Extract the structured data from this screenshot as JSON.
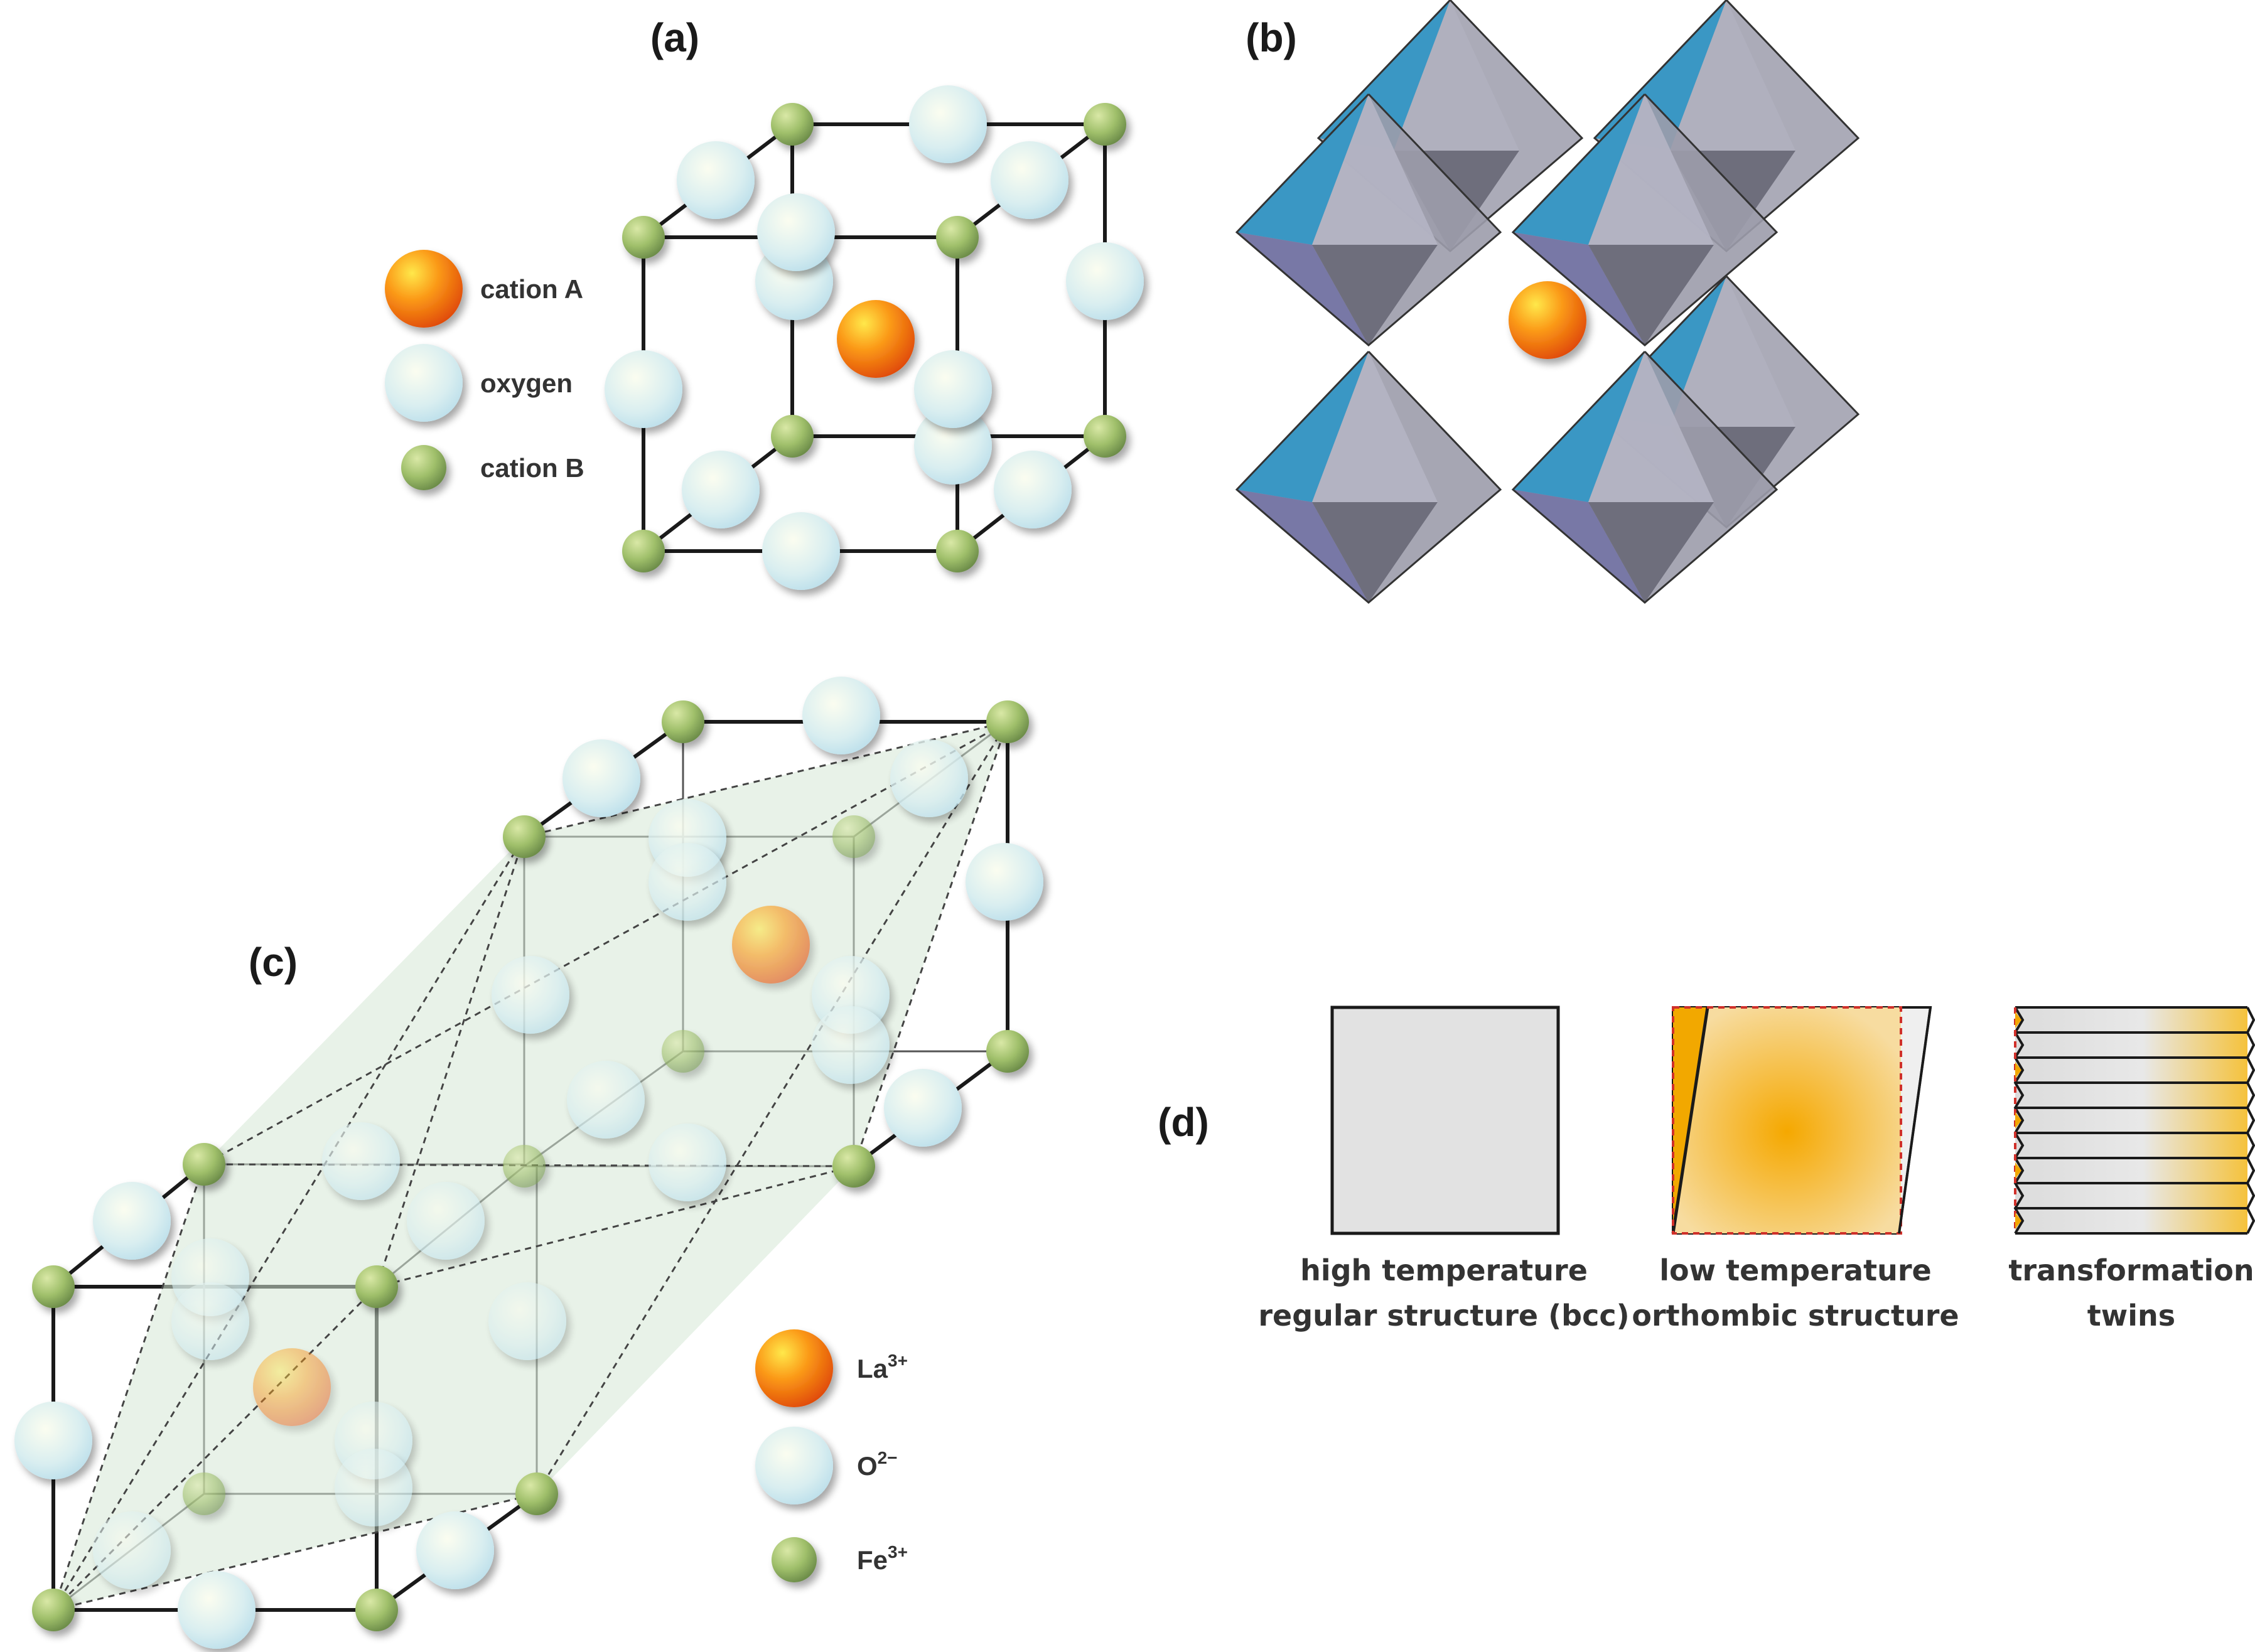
{
  "panels": {
    "a": {
      "label": "(a)",
      "legend": [
        {
          "key": "cationA",
          "text": "cation A"
        },
        {
          "key": "oxygen",
          "text": "oxygen"
        },
        {
          "key": "cationB",
          "text": "cation B"
        }
      ]
    },
    "b": {
      "label": "(b)"
    },
    "c": {
      "label": "(c)",
      "legend": [
        {
          "key": "la",
          "base": "La",
          "sup": "3+"
        },
        {
          "key": "o",
          "base": "O",
          "sup": "2−"
        },
        {
          "key": "fe",
          "base": "Fe",
          "sup": "3+"
        }
      ]
    },
    "d": {
      "label": "(d)",
      "captions": [
        {
          "line1": "high temperature",
          "line2": "regular structure (bcc)"
        },
        {
          "line1": "low temperature",
          "line2": "orthombic structure"
        },
        {
          "line1": "transformation",
          "line2": "twins"
        }
      ]
    }
  },
  "colors": {
    "cationA": "#f07a10",
    "oxygen": "#cfe9f2",
    "cationB": "#8aac5c",
    "octahedron_blue": "#3a97c4",
    "octahedron_gray": "#8c8c99",
    "parallelepiped_fill": "#d6e8d6",
    "twin_orange": "#f5b21a"
  }
}
